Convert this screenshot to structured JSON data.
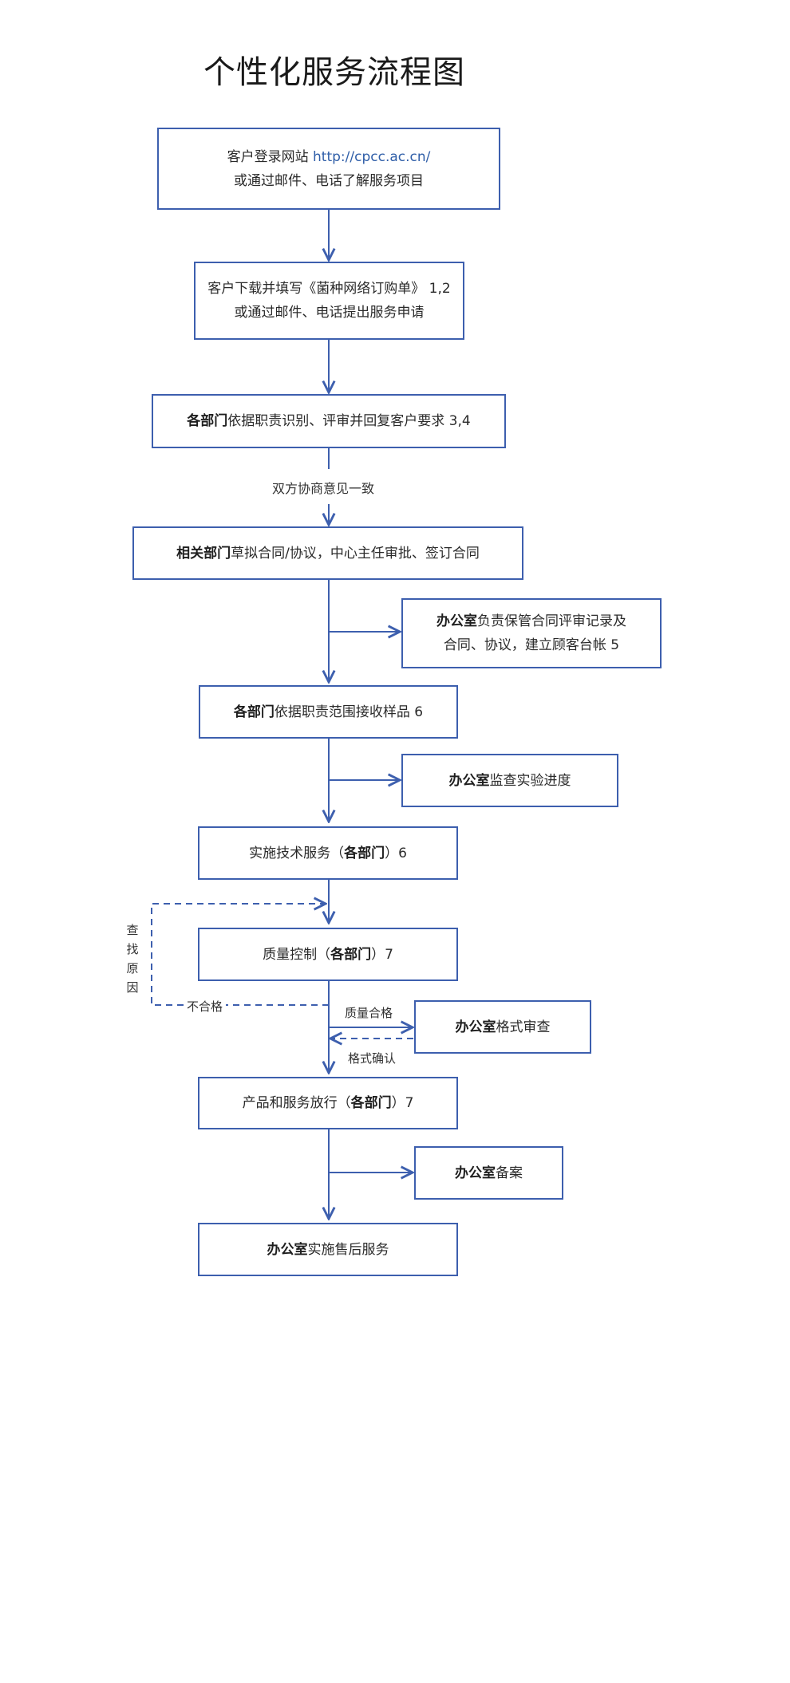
{
  "title": "个性化服务流程图",
  "steps": {
    "s1": {
      "line1_text": "客户登录网站 ",
      "line1_link": "http://cpcc.ac.cn/",
      "line2": "或通过邮件、电话了解服务项目"
    },
    "s2": {
      "line1": "客户下载并填写《菌种网络订购单》 1,2",
      "line2": "或通过邮件、电话提出服务申请"
    },
    "s3": {
      "bold": "各部门",
      "rest": "依据职责识别、评审并回复客户要求  3,4"
    },
    "negotiate": "双方协商意见一致",
    "s4": {
      "bold": "相关部门",
      "rest": "草拟合同/协议，中心主任审批、签订合同"
    },
    "side1": {
      "bold": "办公室",
      "line1_rest": "负责保管合同评审记录及",
      "line2": "合同、协议，建立顾客台帐  5"
    },
    "s5": {
      "bold": "各部门",
      "rest": "依据职责范围接收样品 6"
    },
    "side2": {
      "bold": "办公室",
      "rest": "监查实验进度"
    },
    "s6": {
      "text": "实施技术服务（",
      "bold": "各部门",
      "end": "）6"
    },
    "s7": {
      "text": "质量控制（",
      "bold": "各部门",
      "end": "）7"
    },
    "side3": {
      "bold": "办公室",
      "rest": "格式审查"
    },
    "s8": {
      "text": "产品和服务放行（",
      "bold": "各部门",
      "end": "）7"
    },
    "side4": {
      "bold": "办公室",
      "rest": "备案"
    },
    "s9": {
      "bold": "办公室",
      "rest": "实施售后服务"
    },
    "labels": {
      "find_cause": [
        "查",
        "找",
        "原",
        "因"
      ],
      "fail": "不合格",
      "pass": "质量合格",
      "format_confirm": "格式确认"
    }
  },
  "colors": {
    "border": "#3d5fae",
    "arrow": "#3d5fae"
  }
}
